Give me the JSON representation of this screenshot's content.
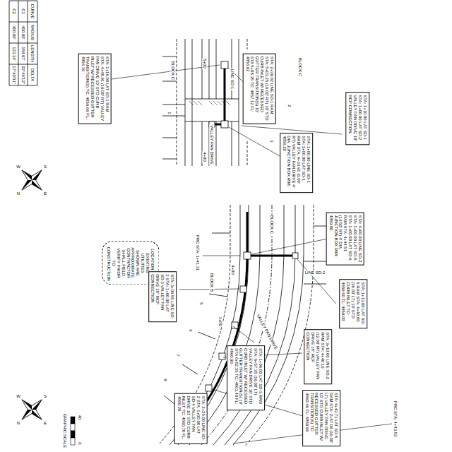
{
  "diagram": {
    "nodes": [
      {
        "text": [
          "STA: 1+16.00 LAT SD-1 RAM STA: 4+48.91 (16.00' RT) VALLEY PAN DRIVE 10' STD CURB INLET W/ RECESSED GUTTER TRANSITION(S) TC: 4856.66 FL: 4856.16"
        ]
      },
      {
        "text": [
          "STA: 2+39.02 LINE SD-1 RAM STA: 5+03.25 (16.00' RT) 10' STD CURB INLET W/ RECESSED GUTTER TRANSITION(S) 10' STA 5+08.35 TC: 4857.12 FL: 4856.62"
        ]
      },
      {
        "text": [
          "STA: 1+00.00 LINE SD-1 STA: 1+00.00 LAT SD-1 RAM STA: 4+33.91 (0.00' RT) VALLEY PAN DRIVE 4' DIA. JUNCTION BOX RIM: 4856.20"
        ]
      },
      {
        "text": [
          "STA: 1+10.00 LAT SD-1 STA: 1+00.00 LAT SD-2 VALLEY PAN DRIVE 18\" RCP CONNECTION"
        ]
      },
      {
        "text": [
          "LOCATION OF EXISTING UTILITIES SHOWN ARE APPROXIMATE. CONTRACTOR SHALL FIELD VERIFY PRIOR TO CONSTRUCTION"
        ]
      },
      {
        "text": [
          "STA: 3+06.55 LINE SD-2 STA: 1+00.00 LAT SD-3 VALLEY PAN DRIVE 18\" RCP CONNECTION"
        ]
      },
      {
        "text": [
          "STA: 2+25.00 LINE SD-2 STA: 1+00.00 LAT SD-4 VALLEY PAN DRIVE 10' STD CURB INLET TC: 4860.70 FL: 4860.20"
        ]
      },
      {
        "text": [
          "STA: 1+06.00 LAT SD-3 RAM STA: 6+57.35 (16.00' LT) VALLEY PAN DRIVE 10' STD CURB INLET W/ RECESSED GUTTER TRANSITION(S) 10' STA 6+52.35 TC: 4861.40 FL: 4860.90"
        ]
      },
      {
        "text": [
          "STA: 4+43.71 LAT SD-5 RAM STA: 2+57.06 (16.00' LT) VALLEY PAN DRIVE 10' STD CURB INLET W/ RECESSED GUTTER TRANSITION(S) TC: 4860.46 FL: 4859.96"
        ]
      },
      {
        "text": [
          "STA: 3+10.00 LINE SD-2 RAM STA: 4+40.10 (12.00' RT) VALLEY PAN DRIVE 18\" RCP CONNECTION"
        ]
      },
      {
        "text": [
          "STA: 4+00.00 LINE SD-2 STA: 1+00.00 LAT SD-5 STA: 1+00.00 LAT SD-6 RAM STA: 4+44.51 (14.50' RT) 4' DIA. JUNCTION BOX RIM: 4859.80"
        ]
      },
      {
        "text": [
          "STA: 1+13.00 LAT SD-6 RAM STA: 4+40.00 (26.00' LT) 10' STD CURB INLET TC: 4859.50 FL: 4859.00"
        ]
      }
    ],
    "labels": [
      "CURVE",
      "RADIUS",
      "LENGTH",
      "DELTA",
      "C1",
      "400.00'",
      "158.97'",
      "22°46'12\"",
      "C2",
      "400.00'",
      "123.34'",
      "17°40'01\"",
      "BLOCK C",
      "BLOCK C",
      "VALLEY PAN DRIVE",
      "LINE SD-1",
      "5+00",
      "4+00",
      "1",
      "2",
      "3",
      "BLOCK C",
      "BLOCK B",
      "LINE SD-2",
      "VALLEY PAN DRIVE",
      "4+00",
      "3+00",
      "PRC STA: 1+41.31",
      "PRC STA: 4+43.53",
      "5",
      "6",
      "7",
      "8",
      "N",
      "S",
      "E",
      "W",
      "N",
      "S",
      "E",
      "W",
      "GRAPHIC SCALE",
      "0",
      "40"
    ]
  }
}
